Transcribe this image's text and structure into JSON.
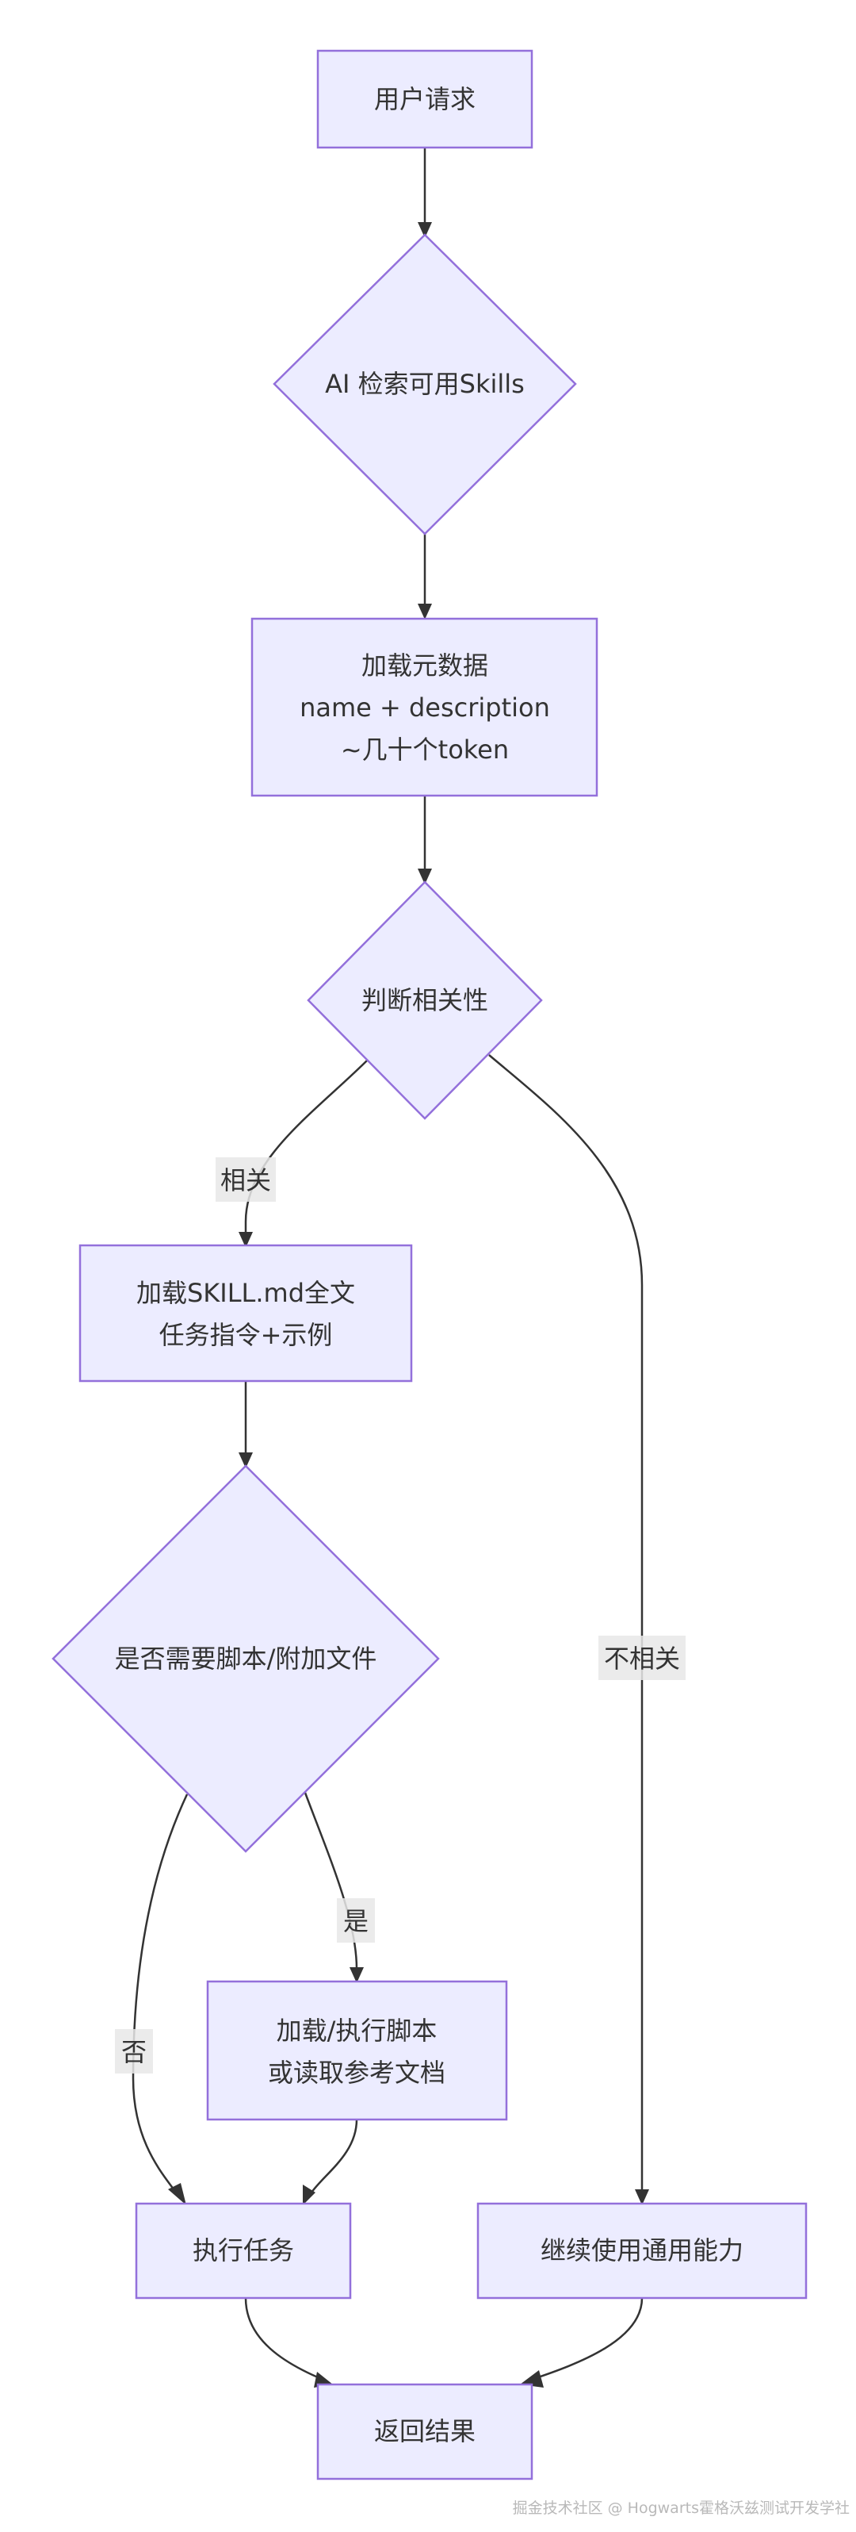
{
  "nodes": {
    "user_request": {
      "lines": [
        "用户请求"
      ]
    },
    "ai_search": {
      "lines": [
        "AI 检索可用Skills"
      ]
    },
    "load_meta": {
      "lines": [
        "加载元数据",
        "name + description",
        "~几十个token"
      ]
    },
    "judge": {
      "lines": [
        "判断相关性"
      ]
    },
    "load_skill": {
      "lines": [
        "加载SKILL.md全文",
        "任务指令+示例"
      ]
    },
    "need_script": {
      "lines": [
        "是否需要脚本/附加文件"
      ]
    },
    "exec_script": {
      "lines": [
        "加载/执行脚本",
        "或读取参考文档"
      ]
    },
    "exec_task": {
      "lines": [
        "执行任务"
      ]
    },
    "continue_general": {
      "lines": [
        "继续使用通用能力"
      ]
    },
    "return_result": {
      "lines": [
        "返回结果"
      ]
    }
  },
  "edge_labels": {
    "relevant": "相关",
    "not_relevant": "不相关",
    "yes": "是",
    "no": "否"
  },
  "watermark": "掘金技术社区 @ Hogwarts霍格沃兹测试开发学社",
  "colors": {
    "node_fill": "#ECECFF",
    "node_stroke": "#9370DB",
    "edge": "#333333",
    "label_bg": "#e8e8e8",
    "text": "#333333"
  }
}
